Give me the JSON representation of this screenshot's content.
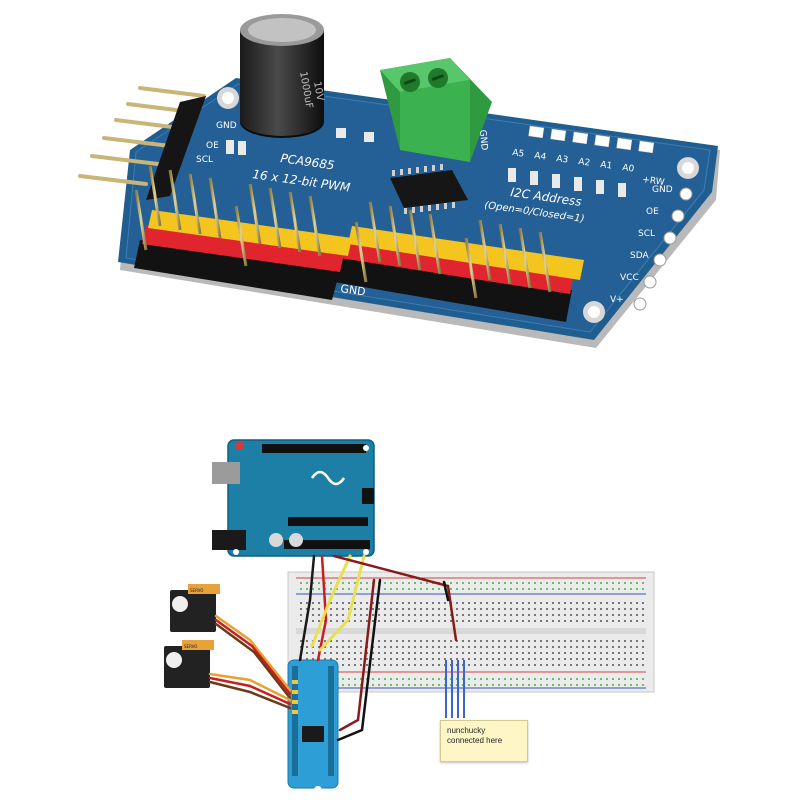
{
  "board": {
    "chip_name": "PCA9685",
    "subtitle": "16 x 12-bit PWM",
    "address_title": "I2C Address",
    "address_note": "(Open=0/Closed=1)",
    "address_bits": [
      "A5",
      "A4",
      "A3",
      "A2",
      "A1",
      "A0"
    ],
    "rw_label": "+RW",
    "left_pins": [
      "GND",
      "OE",
      "SCL"
    ],
    "right_pins": [
      "GND",
      "OE",
      "SCL",
      "SDA",
      "VCC",
      "V+"
    ],
    "gnd_label": "GND",
    "terminal_label": "GND",
    "cap_text_1": "1000uF",
    "cap_text_2": "10V"
  },
  "diagram": {
    "note_text": "nunchucky connected here",
    "servo_label": "SERVO"
  }
}
